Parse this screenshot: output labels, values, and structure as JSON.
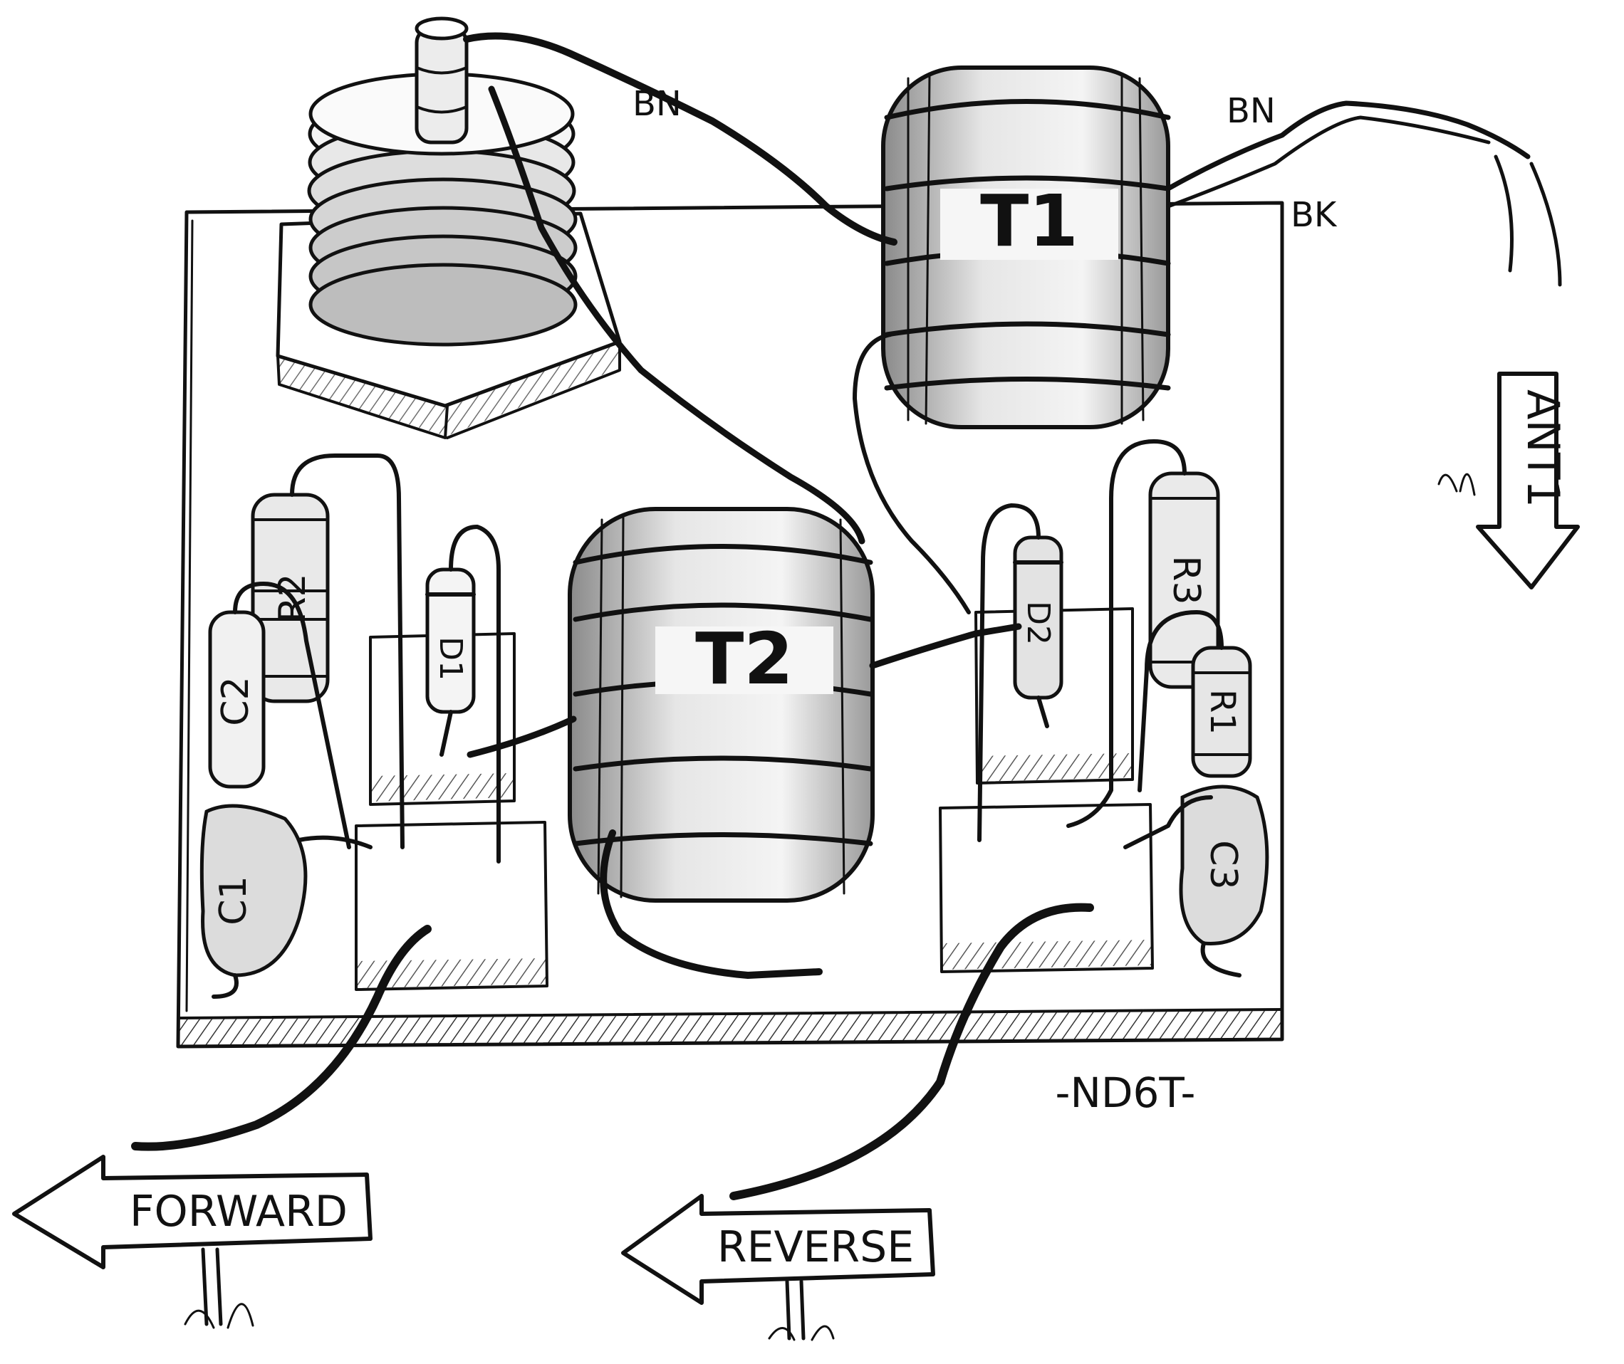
{
  "labels": {
    "t1": "T1",
    "t2": "T2",
    "bn_top": "BN",
    "bn_right": "BN",
    "bk": "BK",
    "ant1": "ANT1",
    "forward": "FORWARD",
    "reverse": "REVERSE",
    "author": "-ND6T-",
    "c1": "C1",
    "c2": "C2",
    "c3": "C3",
    "r1": "R1",
    "r2": "R2",
    "r3": "R3",
    "d1": "D1",
    "d2": "D2"
  },
  "colors": {
    "ink": "#111111",
    "paper": "#ffffff",
    "shade": "#d9d9d9"
  }
}
